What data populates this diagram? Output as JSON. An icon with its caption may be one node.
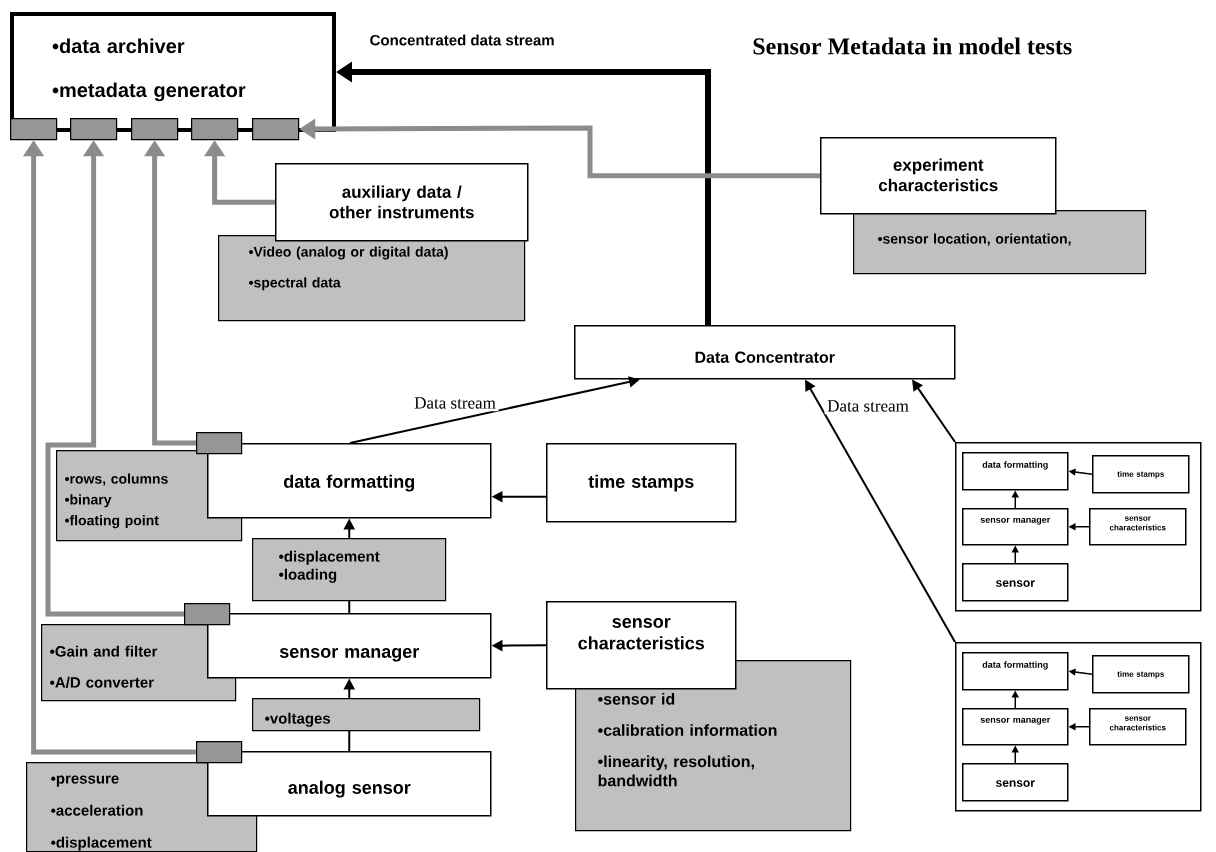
{
  "diagram": {
    "title": "Sensor Metadata in model tests",
    "nodes": [
      {
        "text": [
          "•data archiver",
          "•metadata generator"
        ]
      },
      {
        "text": [],
        "shape": "box"
      },
      {
        "text": [],
        "shape": "box"
      },
      {
        "text": [],
        "shape": "box"
      },
      {
        "text": [],
        "shape": "box"
      },
      {
        "text": [],
        "shape": "box"
      },
      {
        "text": [
          "auxiliary data / other instruments"
        ]
      },
      {
        "text": [
          "•Video (analog or digital data)",
          "•spectral data"
        ]
      },
      {
        "text": [
          "experiment characteristics"
        ]
      },
      {
        "text": [
          "•sensor location, orientation,"
        ]
      },
      {
        "text": [
          "Data Concentrator"
        ]
      },
      {
        "text": [
          "data formatting"
        ]
      },
      {
        "text": [
          "•rows, columns",
          "•binary",
          "•floating point"
        ]
      },
      {
        "text": [],
        "shape": "box"
      },
      {
        "text": [
          "time stamps"
        ]
      },
      {
        "text": [
          "sensor manager"
        ]
      },
      {
        "text": [
          "•Gain and filter",
          "•A/D converter"
        ]
      },
      {
        "text": [],
        "shape": "box"
      },
      {
        "text": [
          "sensor characteristics"
        ]
      },
      {
        "text": [
          "•sensor id",
          "•calibration information",
          "•linearity, resolution, bandwidth"
        ]
      },
      {
        "text": [
          "analog sensor"
        ]
      },
      {
        "text": [
          "•pressure",
          "•acceleration",
          "•displacement"
        ]
      },
      {
        "text": [],
        "shape": "box"
      },
      {
        "text": [],
        "shape": "box"
      },
      {
        "text": [
          "data formatting"
        ],
        "in": 23
      },
      {
        "text": [
          "time stamps"
        ],
        "in": 23
      },
      {
        "text": [
          "sensor manager"
        ],
        "in": 23
      },
      {
        "text": [
          "sensor characteristics"
        ],
        "in": 23
      },
      {
        "text": [
          "sensor"
        ],
        "in": 23
      },
      {
        "text": [],
        "shape": "box"
      },
      {
        "text": [
          "data formatting"
        ],
        "in": 29
      },
      {
        "text": [
          "time stamps"
        ],
        "in": 29
      },
      {
        "text": [
          "sensor manager"
        ],
        "in": 29
      },
      {
        "text": [
          "sensor characteristics"
        ],
        "in": 29
      },
      {
        "text": [
          "sensor"
        ],
        "in": 29
      }
    ],
    "edges": [
      {
        "from": 10,
        "to": 0,
        "arrow": "to",
        "style": "thick",
        "label": "Concentrated data stream"
      },
      {
        "from": 8,
        "to": 5,
        "arrow": "to",
        "style": "thick",
        "color": "#8c8c8c"
      },
      {
        "from": 6,
        "to": 4,
        "arrow": "to",
        "style": "thick",
        "color": "#8c8c8c"
      },
      {
        "from": 13,
        "to": 3,
        "arrow": "to",
        "style": "thick",
        "color": "#8c8c8c"
      },
      {
        "from": 17,
        "to": 2,
        "arrow": "to",
        "style": "thick",
        "color": "#8c8c8c"
      },
      {
        "from": 22,
        "to": 1,
        "arrow": "to",
        "style": "thick",
        "color": "#8c8c8c"
      },
      {
        "from": 11,
        "to": 10,
        "arrow": "to",
        "label": "Data stream"
      },
      {
        "from": 14,
        "to": 11,
        "arrow": "to"
      },
      {
        "from": 15,
        "to": 11,
        "arrow": "to",
        "label": "•displacement •loading"
      },
      {
        "from": 18,
        "to": 15,
        "arrow": "to"
      },
      {
        "from": 20,
        "to": 15,
        "arrow": "to",
        "label": "•voltages"
      },
      {
        "from": 23,
        "to": 10,
        "arrow": "to"
      },
      {
        "from": 29,
        "to": 10,
        "arrow": "to",
        "label": "Data stream"
      },
      {
        "from": 25,
        "to": 24,
        "arrow": "to"
      },
      {
        "from": 26,
        "to": 24,
        "arrow": "to"
      },
      {
        "from": 27,
        "to": 26,
        "arrow": "to"
      },
      {
        "from": 28,
        "to": 26,
        "arrow": "to"
      },
      {
        "from": 31,
        "to": 30,
        "arrow": "to"
      },
      {
        "from": 32,
        "to": 30,
        "arrow": "to"
      },
      {
        "from": 33,
        "to": 32,
        "arrow": "to"
      },
      {
        "from": 34,
        "to": 32,
        "arrow": "to"
      }
    ]
  }
}
